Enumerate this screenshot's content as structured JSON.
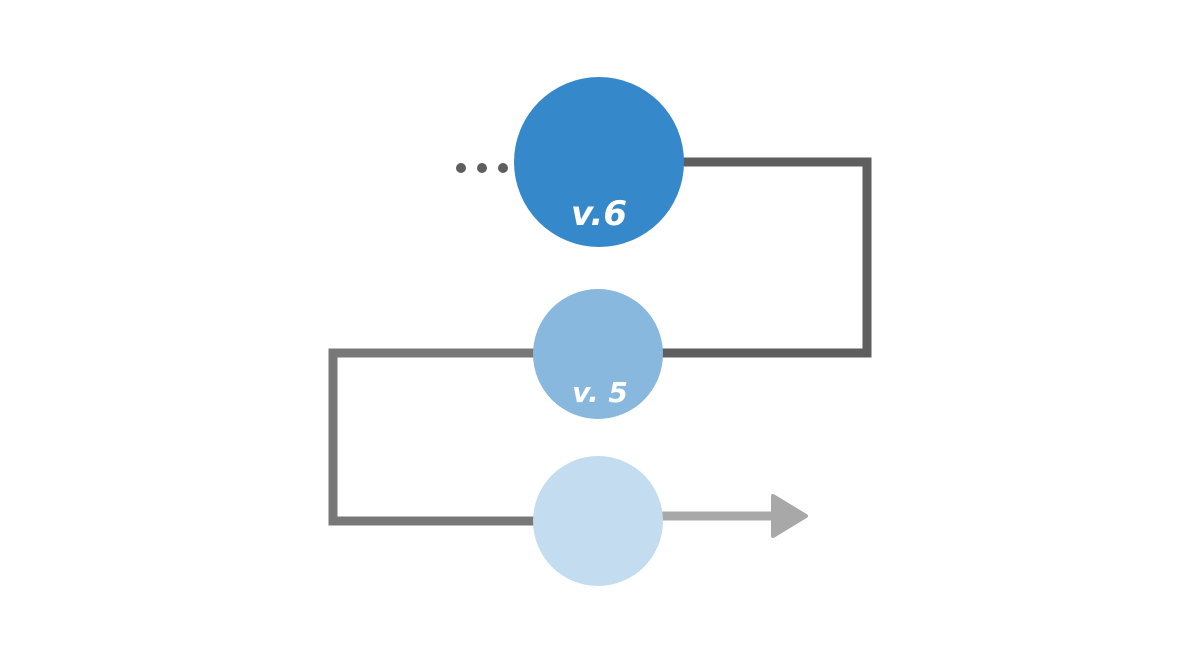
{
  "diagram": {
    "nodes": [
      {
        "id": "v6",
        "label": "v.6",
        "color": "#3588c9"
      },
      {
        "id": "v5",
        "label": "v. 5",
        "color": "#89b8de"
      },
      {
        "id": "next",
        "label": "",
        "color": "#c3dcef"
      }
    ],
    "colors": {
      "line_dark": "#5e5e5e",
      "line_mid": "#787878",
      "line_light": "#a8a8a8",
      "dots": "#5e5e5e"
    }
  }
}
